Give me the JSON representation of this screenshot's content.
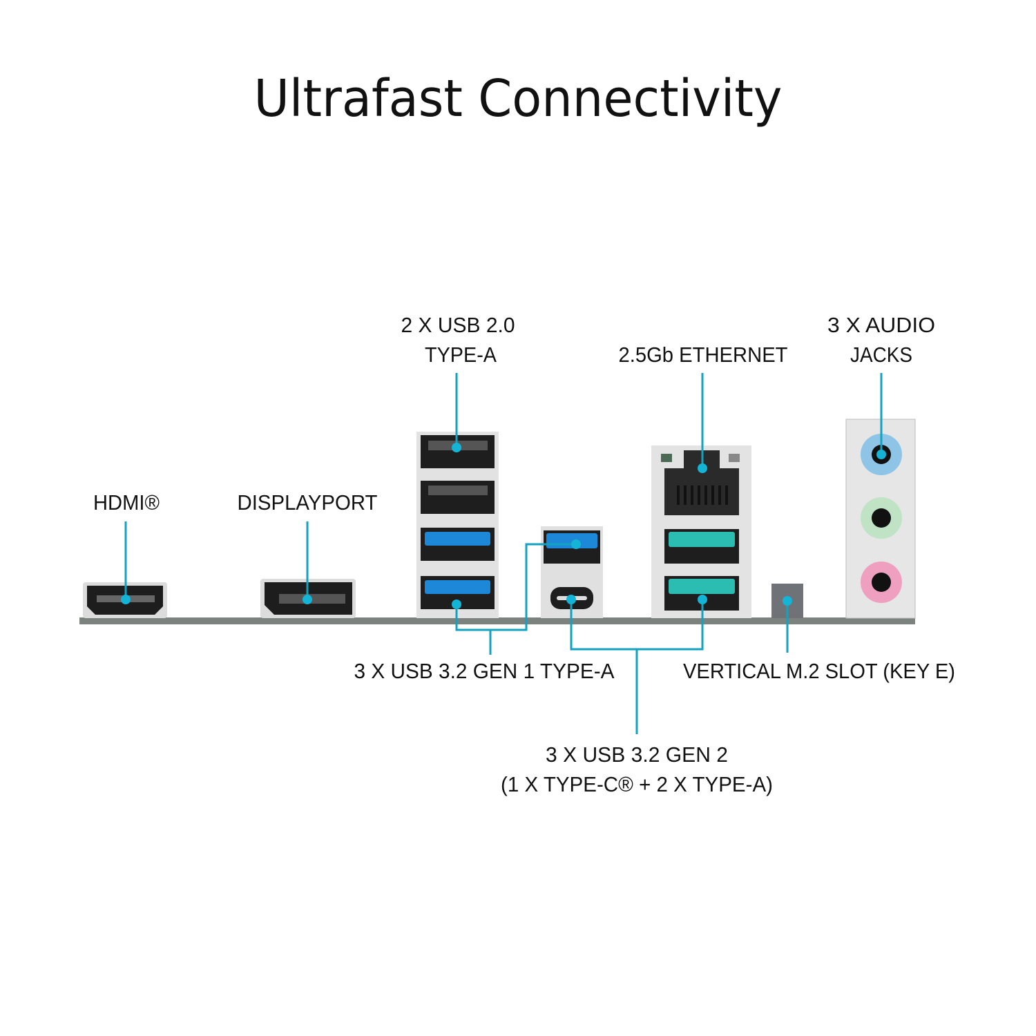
{
  "title": "Ultrafast Connectivity",
  "labels": {
    "hdmi": "HDMI®",
    "displayport": "DISPLAYPORT",
    "usb2_line1": "2 X USB 2.0",
    "usb2_line2": "TYPE-A",
    "ethernet": "2.5Gb ETHERNET",
    "audio_line1": "3 X AUDIO",
    "audio_line2": "JACKS",
    "usb32g1": "3 X USB 3.2 GEN 1 TYPE-A",
    "m2": "VERTICAL M.2 SLOT (KEY E)",
    "usb32g2_line1": "3 X USB 3.2 GEN 2",
    "usb32g2_line2": "(1 X TYPE-C® + 2 X TYPE-A)"
  },
  "colors": {
    "leader": "#13a2c0",
    "usb3_gen1": "#1e88d8",
    "usb3_gen2": "#2bbcb2",
    "audio_blue": "#8ec5e6",
    "audio_green": "#bfe3c4",
    "audio_pink": "#ef9fbf"
  }
}
